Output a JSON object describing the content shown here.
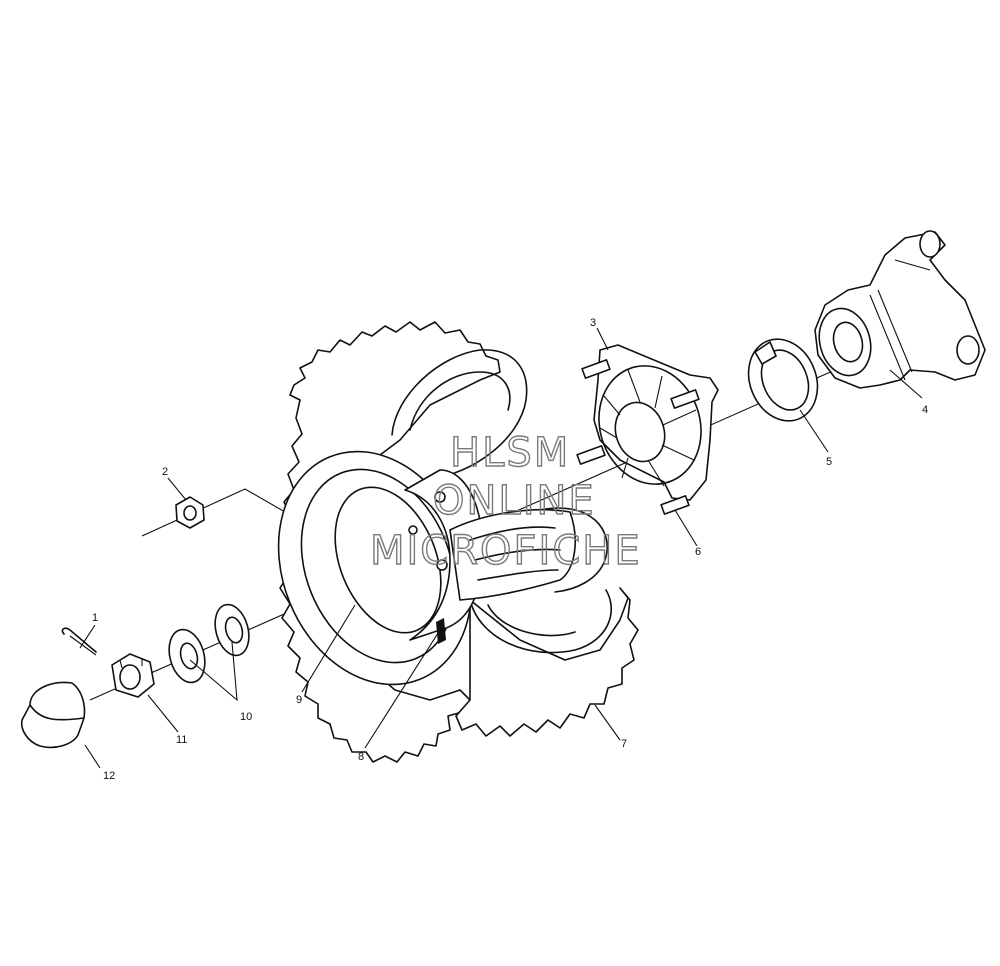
{
  "callouts": {
    "c1": "1",
    "c2": "2",
    "c3": "3",
    "c4": "4",
    "c5": "5",
    "c6": "6",
    "c7": "7",
    "c8": "8",
    "c9": "9",
    "c10": "10",
    "c11": "11",
    "c12": "12"
  },
  "watermark": {
    "line1": "HLSM",
    "line2": "ONLINE",
    "line3": "MICROFICHE"
  }
}
